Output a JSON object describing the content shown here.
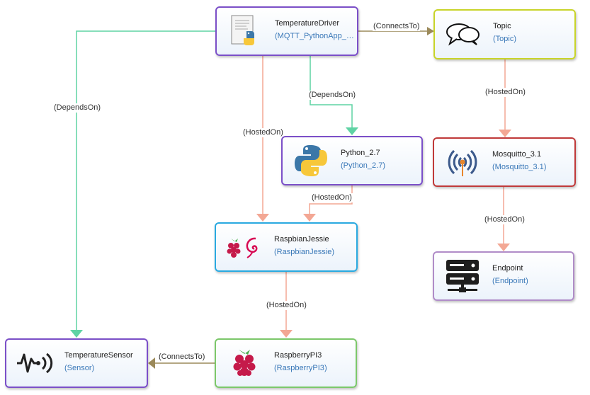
{
  "nodes": {
    "temperature_driver": {
      "name": "TemperatureDriver",
      "type": "MQTT_PythonApp_2...",
      "border": "#7b4fc8"
    },
    "topic": {
      "name": "Topic",
      "type": "Topic",
      "border": "#c8d42a"
    },
    "python": {
      "name": "Python_2.7",
      "type": "Python_2.7",
      "border": "#7b4fc8"
    },
    "mosquitto": {
      "name": "Mosquitto_3.1",
      "type": "Mosquitto_3.1",
      "border": "#c03a3a"
    },
    "raspbian": {
      "name": "RaspbianJessie",
      "type": "RaspbianJessie",
      "border": "#29a9e0"
    },
    "endpoint": {
      "name": "Endpoint",
      "type": "Endpoint",
      "border": "#b08cc8"
    },
    "temperature_sensor": {
      "name": "TemperatureSensor",
      "type": "Sensor",
      "border": "#7b4fc8"
    },
    "raspberry_pi": {
      "name": "RaspberryPI3",
      "type": "RaspberryPI3",
      "border": "#7cc86a"
    }
  },
  "edges": {
    "driver_topic": "(ConnectsTo)",
    "driver_sensor": "(DependsOn)",
    "driver_python": "(DependsOn)",
    "driver_raspbian": "(HostedOn)",
    "topic_mosquitto": "(HostedOn)",
    "python_raspbian": "(HostedOn)",
    "mosquitto_endpoint": "(HostedOn)",
    "raspbian_pi": "(HostedOn)",
    "pi_sensor": "(ConnectsTo)"
  },
  "edge_colors": {
    "hosted_on": "#f3a794",
    "depends_on": "#5fd3a4",
    "connects_to": "#9c8a5a"
  },
  "icons": {
    "temperature_driver": "python-script-icon",
    "topic": "chat-bubbles-icon",
    "python": "python-logo-icon",
    "mosquitto": "antenna-icon",
    "raspbian": "raspberry-debian-icon",
    "endpoint": "server-icon",
    "temperature_sensor": "sensor-signal-icon",
    "raspberry_pi": "raspberry-icon"
  }
}
